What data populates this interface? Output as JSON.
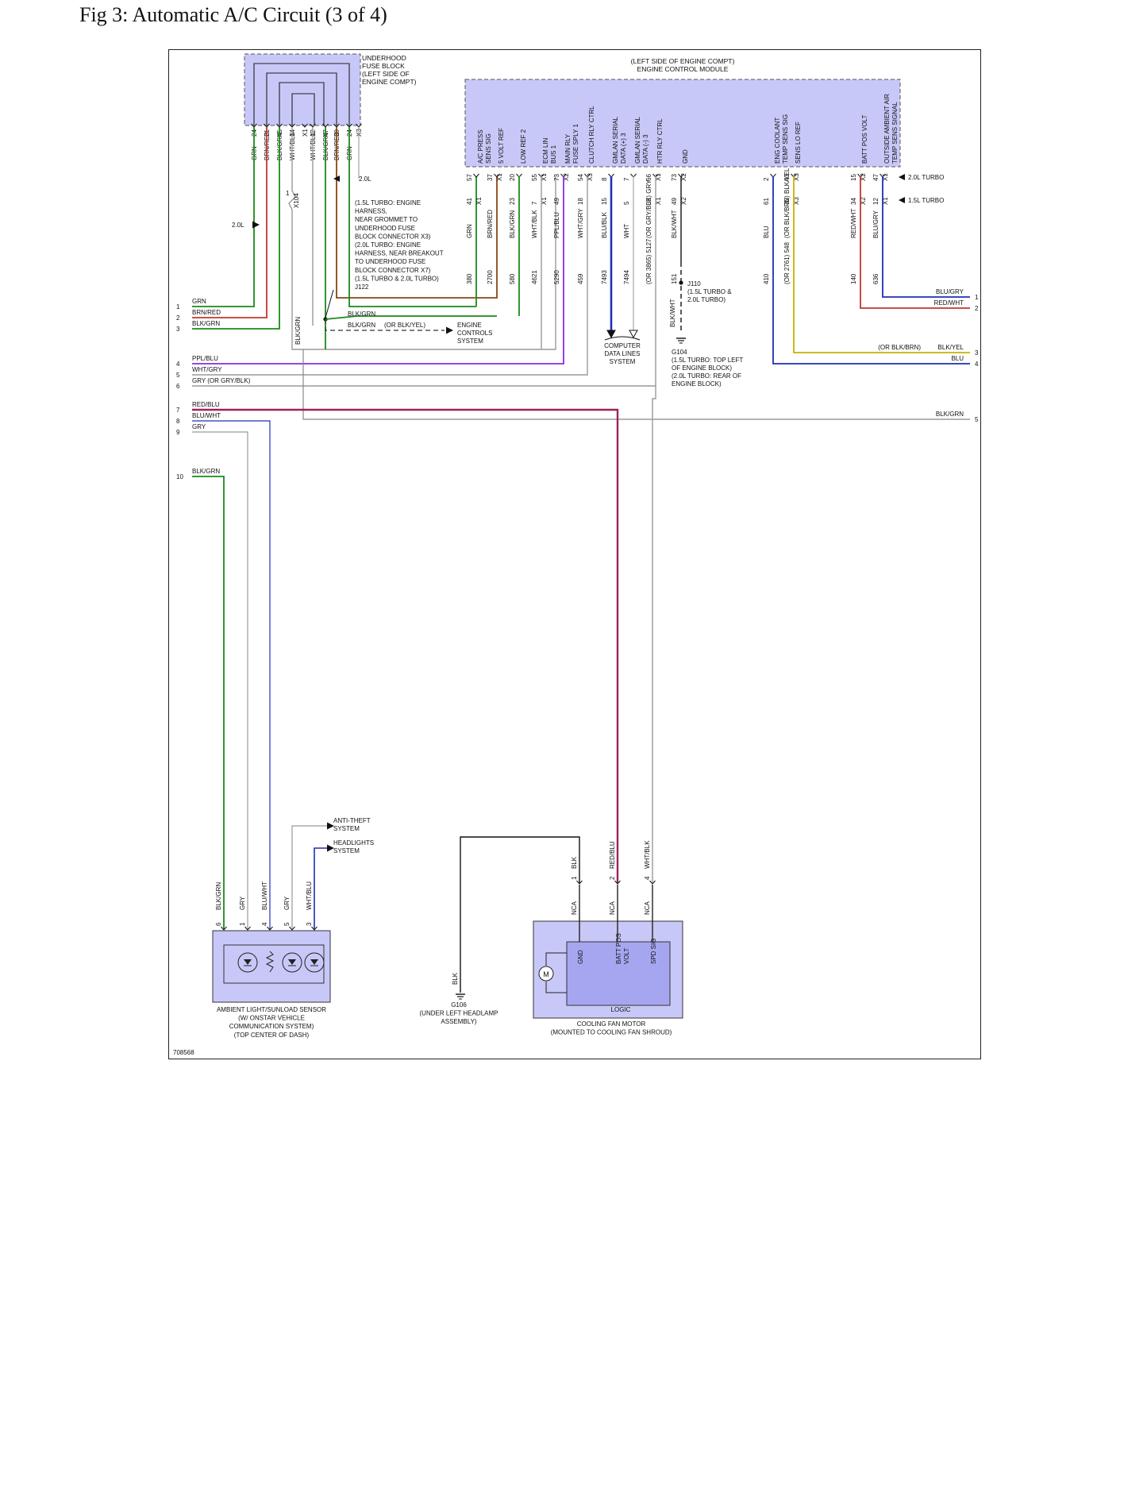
{
  "page": {
    "title": "Fig 3: Automatic A/C Circuit (3 of 4)"
  },
  "colors": {
    "module_fill": "#c8c8f8",
    "module_inner": "#a6a6f0",
    "frame": "#222222",
    "wire_grn": "#1a8a1a",
    "wire_red": "#c0392b",
    "wire_brn": "#8b4513",
    "wire_blu": "#1f2fb8",
    "wire_ppl": "#8a2be2",
    "wire_gry": "#9a9a9a",
    "wire_blk": "#222222",
    "wire_ylw": "#c9b000",
    "wire_redblu": "#a0205a"
  },
  "fuse_block": {
    "label": [
      "UNDERHOOD",
      "FUSE BLOCK",
      "(LEFT SIDE OF",
      "ENGINE COMPT)"
    ],
    "pins": [
      {
        "wire": "GRN",
        "pin": "24"
      },
      {
        "wire": "BRN/RED",
        "pin": "21"
      },
      {
        "wire": "BLK/GRN",
        "pin": "45"
      },
      {
        "wire": "WHT/BLK",
        "pin": "14"
      },
      {
        "wire": "",
        "pin": "X1"
      },
      {
        "wire": "WHT/BLK",
        "pin": "12"
      },
      {
        "wire": "BLK/GRN",
        "pin": "47"
      },
      {
        "wire": "BRN/RED",
        "pin": "39"
      },
      {
        "wire": "GRN",
        "pin": "24"
      },
      {
        "wire": "",
        "pin": "X3"
      }
    ]
  },
  "ecm": {
    "label": [
      "(LEFT SIDE OF ENGINE COMPT)",
      "ENGINE CONTROL MODULE"
    ],
    "pins": [
      {
        "name": [
          "A/C PRESS",
          "SENS SIG"
        ],
        "pin": "57",
        "conn": "",
        "pin2": "41",
        "conn2": "X1",
        "wire": "GRN",
        "circuit": "380"
      },
      {
        "name": [
          "5 VOLT REF"
        ],
        "pin": "37",
        "conn": "X1",
        "pin2": "",
        "conn2": "",
        "wire": "BRN/RED",
        "circuit": "2700"
      },
      {
        "name": [
          "LOW REF 2"
        ],
        "pin": "20",
        "conn": "",
        "pin2": "23",
        "conn2": "",
        "wire": "BLK/GRN",
        "circuit": "580"
      },
      {
        "name": [
          "ECM LIN",
          "BUS 1"
        ],
        "pin": "55",
        "conn": "X1",
        "pin2": "7",
        "conn2": "X1",
        "wire": "WHT/BLK",
        "circuit": "4621"
      },
      {
        "name": [
          "MAIN RLY",
          "FUSE SPLY 1"
        ],
        "pin": "73",
        "conn": "X2",
        "pin2": "49",
        "conn2": "",
        "wire": "PPL/BLU",
        "circuit": "5290"
      },
      {
        "name": [
          "CLUTCH RLY CTRL"
        ],
        "pin": "54",
        "conn": "X3",
        "pin2": "18",
        "conn2": "",
        "wire": "WHT/GRY",
        "circuit": "459"
      },
      {
        "name": [
          "GMLAN SERIAL",
          "DATA (+) 3"
        ],
        "pin": "8",
        "conn": "",
        "pin2": "15",
        "conn2": "",
        "wire": "BLU/BLK",
        "circuit": "7493"
      },
      {
        "name": [
          "GMLAN SERIAL",
          "DATA (-) 3"
        ],
        "pin": "7",
        "conn": "",
        "pin2": "5",
        "conn2": "",
        "wire": "WHT",
        "circuit": "7494"
      },
      {
        "name": [
          "HTR RLY CTRL"
        ],
        "pin": "66",
        "conn": "X1",
        "pin2": "33",
        "conn2": "X1",
        "wire": "(OR GRY/BLK) GRY",
        "circuit": "(OR 3865) 5127"
      },
      {
        "name": [
          "GND"
        ],
        "pin": "73",
        "conn": "X2",
        "pin2": "49",
        "conn2": "X2",
        "wire": "BLK/WHT",
        "circuit": "151"
      },
      {
        "name": [
          "ENG COOLANT",
          "TEMP SENS SIG"
        ],
        "pin": "2",
        "conn": "",
        "pin2": "61",
        "conn2": "",
        "wire": "BLU",
        "circuit": "410"
      },
      {
        "name": [
          "SENS LO REF"
        ],
        "pin": "43",
        "conn": "X3",
        "pin2": "32",
        "conn2": "X3",
        "wire": "(OR BLK/BRN) BLK/YEL",
        "circuit": "(OR 2761) 548"
      },
      {
        "name": [
          "BATT POS VOLT"
        ],
        "pin": "15",
        "conn": "X2",
        "pin2": "34",
        "conn2": "X2",
        "wire": "RED/WHT",
        "circuit": "140"
      },
      {
        "name": [
          "OUTSIDE AMBIENT AIR",
          "TEMP SENS SIGNAL"
        ],
        "pin": "47",
        "conn": "X1",
        "pin2": "12",
        "conn2": "X1",
        "wire": "BLU/GRY",
        "circuit": "636"
      }
    ]
  },
  "notes": {
    "turbo_20": "2.0L TURBO",
    "turbo_15": "1.5L TURBO",
    "l20": "2.0L",
    "x104": "X104",
    "x104_pin": "1",
    "j122": [
      "(1.5L TURBO: ENGINE",
      "HARNESS,",
      "NEAR GROMMET TO",
      "UNDERHOOD FUSE",
      "BLOCK CONNECTOR X3)",
      "(2.0L TURBO: ENGINE",
      "HARNESS, NEAR BREAKOUT",
      "TO UNDERHOOD FUSE",
      "BLOCK CONNECTOR X7)",
      "(1.5L TURBO & 2.0L TURBO)",
      "J122"
    ],
    "j110": [
      "J110",
      "(1.5L TURBO &",
      "2.0L TURBO)"
    ],
    "g104": [
      "G104",
      "(1.5L TURBO: TOP LEFT",
      "OF ENGINE BLOCK)",
      "(2.0L TURBO: REAR OF",
      "ENGINE BLOCK)"
    ],
    "engine_controls": [
      "ENGINE",
      "CONTROLS",
      "SYSTEM"
    ],
    "data_lines": [
      "COMPUTER",
      "DATA LINES",
      "SYSTEM"
    ],
    "blkgrn_1": "BLK/GRN",
    "blkgrn_2": "BLK/GRN",
    "or_blkyel": "(OR BLK/YEL)",
    "blk_grn_v": "BLK/GRN",
    "blk_wht_v": "BLK/WHT"
  },
  "left_connector": [
    {
      "num": "1",
      "wire": "GRN"
    },
    {
      "num": "2",
      "wire": "BRN/RED"
    },
    {
      "num": "3",
      "wire": "BLK/GRN"
    },
    {
      "num": "4",
      "wire": "PPL/BLU"
    },
    {
      "num": "5",
      "wire": "WHT/GRY"
    },
    {
      "num": "6",
      "wire": "GRY    (OR GRY/BLK)"
    },
    {
      "num": "7",
      "wire": "RED/BLU"
    },
    {
      "num": "8",
      "wire": "BLU/WHT"
    },
    {
      "num": "9",
      "wire": "GRY"
    },
    {
      "num": "10",
      "wire": "BLK/GRN"
    }
  ],
  "right_connector": [
    {
      "num": "1",
      "wire": "BLU/GRY"
    },
    {
      "num": "2",
      "wire": "RED/WHT"
    },
    {
      "num": "3",
      "wire": "BLK/YEL",
      "alt": "(OR BLK/BRN)"
    },
    {
      "num": "4",
      "wire": "BLU"
    },
    {
      "num": "5",
      "wire": "BLK/GRN"
    }
  ],
  "sensor": {
    "label": [
      "AMBIENT LIGHT/SUNLOAD SENSOR",
      "(W/ ONSTAR VEHICLE",
      "COMMUNICATION SYSTEM)",
      "(TOP CENTER OF DASH)"
    ],
    "pins": [
      {
        "pin": "6",
        "wire": "BLK/GRN"
      },
      {
        "pin": "1",
        "wire": "GRY"
      },
      {
        "pin": "4",
        "wire": "BLU/WHT"
      },
      {
        "pin": "5",
        "wire": "GRY"
      },
      {
        "pin": "3",
        "wire": "WHT/BLU"
      }
    ],
    "anti_theft": [
      "ANTI-THEFT",
      "SYSTEM"
    ],
    "headlights": [
      "HEADLIGHTS",
      "SYSTEM"
    ]
  },
  "g106": {
    "wire": "BLK",
    "label": [
      "G106",
      "(UNDER LEFT HEADLAMP",
      "ASSEMBLY)"
    ]
  },
  "fan": {
    "label": [
      "COOLING FAN MOTOR",
      "(MOUNTED TO COOLING FAN SHROUD)"
    ],
    "logic": "LOGIC",
    "motor": "M",
    "pins": [
      {
        "pin": "1",
        "wire": "BLK",
        "nca": "NCA",
        "name": [
          "GND"
        ]
      },
      {
        "pin": "2",
        "wire": "RED/BLU",
        "nca": "NCA",
        "name": [
          "BATT POS",
          "VOLT"
        ]
      },
      {
        "pin": "4",
        "wire": "WHT/BLK",
        "nca": "NCA",
        "name": [
          "SPD SIG"
        ]
      }
    ]
  },
  "figure_id": "708568"
}
